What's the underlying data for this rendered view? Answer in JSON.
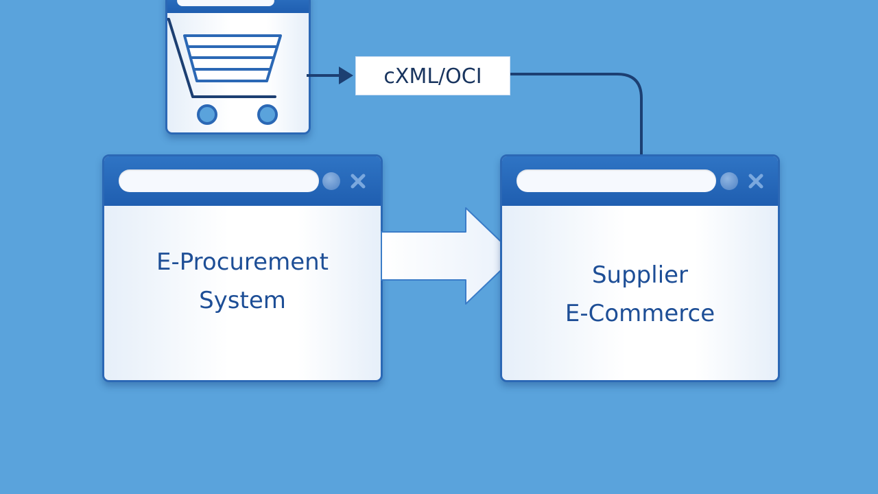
{
  "protocol_tag": "cXML/OCI",
  "left_window": {
    "line1": "E-Procurement",
    "line2": "System"
  },
  "right_window": {
    "line1": "Supplier",
    "line2": "E-Commerce"
  },
  "icons": {
    "cart": "shopping-cart-icon",
    "minimize": "circle-button-icon",
    "close": "close-icon",
    "flow_arrow": "right-arrow-icon"
  },
  "colors": {
    "background": "#5aa3dc",
    "window_border": "#2b68b5",
    "title_bar": "#2f74c4",
    "text": "#1d4e96",
    "connector": "#1c3f72"
  }
}
